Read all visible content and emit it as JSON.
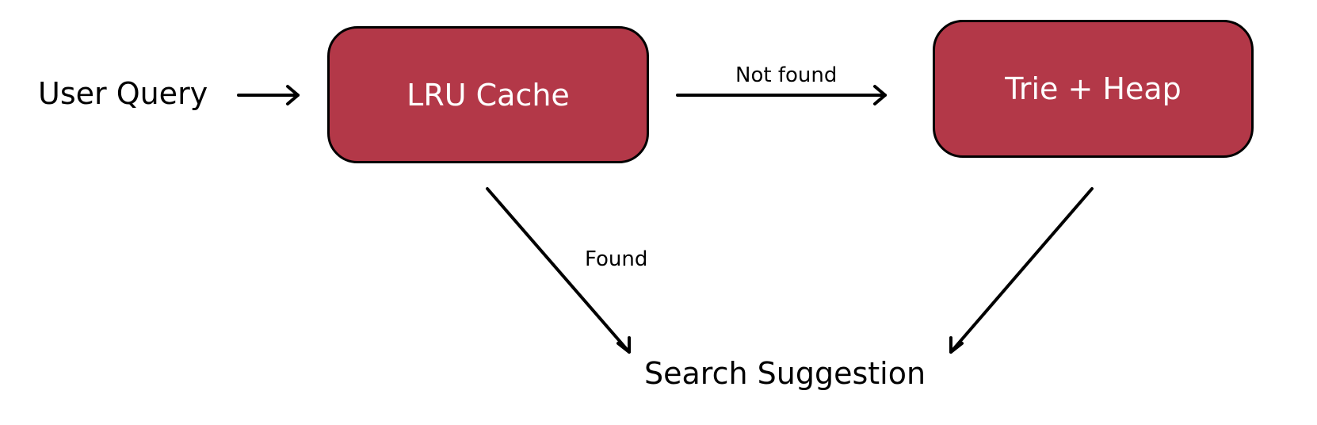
{
  "nodes": {
    "query": "User Query",
    "lru_cache": "LRU Cache",
    "trie_heap": "Trie + Heap",
    "result": "Search Suggestion"
  },
  "edges": [
    {
      "from": "query",
      "to": "lru_cache",
      "label": ""
    },
    {
      "from": "lru_cache",
      "to": "trie_heap",
      "label": "Not found"
    },
    {
      "from": "lru_cache",
      "to": "result",
      "label": "Found"
    },
    {
      "from": "trie_heap",
      "to": "result",
      "label": ""
    }
  ],
  "colors": {
    "node_fill": "#b33848",
    "node_border": "#000000",
    "node_text": "#ffffff",
    "arrow": "#000000",
    "text": "#000000",
    "background": "#ffffff"
  }
}
